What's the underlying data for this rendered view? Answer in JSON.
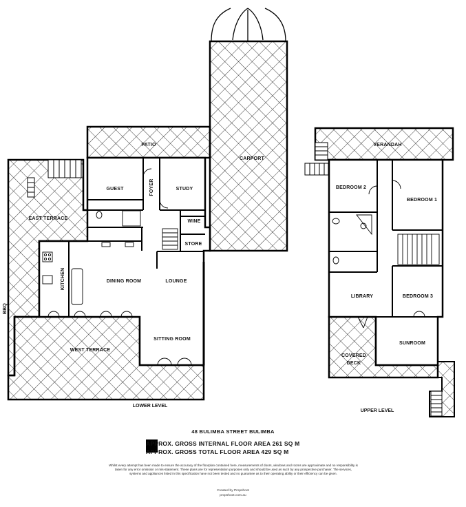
{
  "rooms": {
    "patio": "PATIO",
    "carport": "CARPORT",
    "guest": "GUEST",
    "foyer": "FOYER",
    "study": "STUDY",
    "wine": "WINE",
    "store": "STORE",
    "east_terrace": "EAST TERRACE",
    "kitchen": "KITCHEN",
    "dining_room": "DINING ROOM",
    "lounge": "LOUNGE",
    "bbq": "BBQ",
    "sitting_room": "SITTING ROOM",
    "west_terrace": "WEST TERRACE",
    "verandah": "VERANDAH",
    "bedroom_2": "BEDROOM 2",
    "bedroom_1": "BEDROOM 1",
    "library": "LIBRARY",
    "bedroom_3": "BEDROOM 3",
    "sunroom": "SUNROOM",
    "covered": "COVERED",
    "deck": "DECK"
  },
  "levels": {
    "lower": "LOWER LEVEL",
    "upper": "UPPER LEVEL"
  },
  "address": "48 BULIMBA STREET BULIMBA",
  "areas": {
    "internal": "APPROX. GROSS INTERNAL FLOOR AREA 261 SQ M",
    "total": "APPROX. GROSS TOTAL FLOOR AREA 429 SQ M"
  },
  "disclaimer": "Whilst every attempt has been made to ensure the accuracy of the floorplan contained here, measurements of doors, windows and rooms are approximate and no responsibility is taken for any error omission or mis-statement. These plans are for representation purposes only and should be used as such by any prospective purchaser. The services, systems and appliances listed in this specification have not been tested and no guarantee as to their operating ability or their efficiency can be given.",
  "credit": {
    "line1": "Created by Propshoot",
    "line2": "propshoot.com.au"
  },
  "colors": {
    "wall": "#000000",
    "hatch": "#222222",
    "background": "#ffffff"
  }
}
